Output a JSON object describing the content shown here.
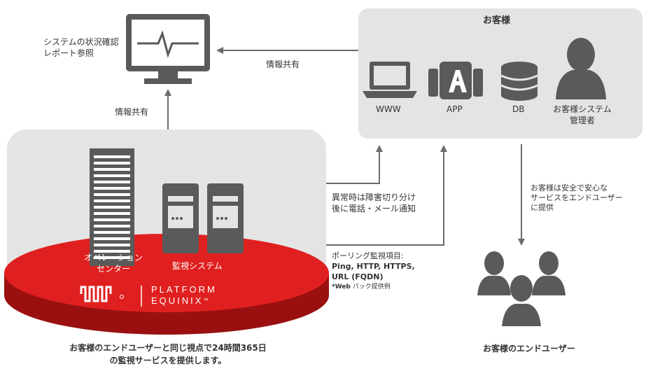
{
  "colors": {
    "panel": "#e4e4e4",
    "icon_gray": "#5a5a5a",
    "arrow": "#6b6b6b",
    "red": "#e02020",
    "red_dark": "#9a1010",
    "white": "#ffffff"
  },
  "monitor": {
    "label_line1": "システムの状況確認",
    "label_line2": "レポート参照",
    "info_share_left": "情報共有",
    "info_share_top": "情報共有"
  },
  "customer": {
    "title": "お客様",
    "items": [
      {
        "label": "WWW",
        "icon": "laptop-icon"
      },
      {
        "label": "APP",
        "icon": "app-icon"
      },
      {
        "label": "DB",
        "icon": "database-icon"
      },
      {
        "label_line1": "お客様システム",
        "label_line2": "管理者",
        "icon": "admin-person-icon"
      }
    ]
  },
  "notify": {
    "line1": "異常時は障害切り分け",
    "line2": "後に電話・メール通知"
  },
  "polling": {
    "line1": "ポーリング監視項目:",
    "line2": "Ping, HTTP, HTTPS,",
    "line3": "URL (FQDN)",
    "line4_bold": "*Web",
    "line4_rest": " パック提供例"
  },
  "safe": {
    "line1": "お客様は安全で安心な",
    "line2": "サービスをエンドユーザー",
    "line3": "に提供"
  },
  "datacenter": {
    "ops_line1": "オペレーション",
    "ops_line2": "センター",
    "monitoring": "監視システム",
    "brand_line1": "PLATFORM",
    "brand_line2": "EQUINIX",
    "trademark": "™"
  },
  "end_users": {
    "label": "お客様のエンドユーザー"
  },
  "bottom_caption": {
    "line1": "お客様のエンドユーザーと同じ視点で24時間365日",
    "line2": "の監視サービスを提供します。"
  }
}
